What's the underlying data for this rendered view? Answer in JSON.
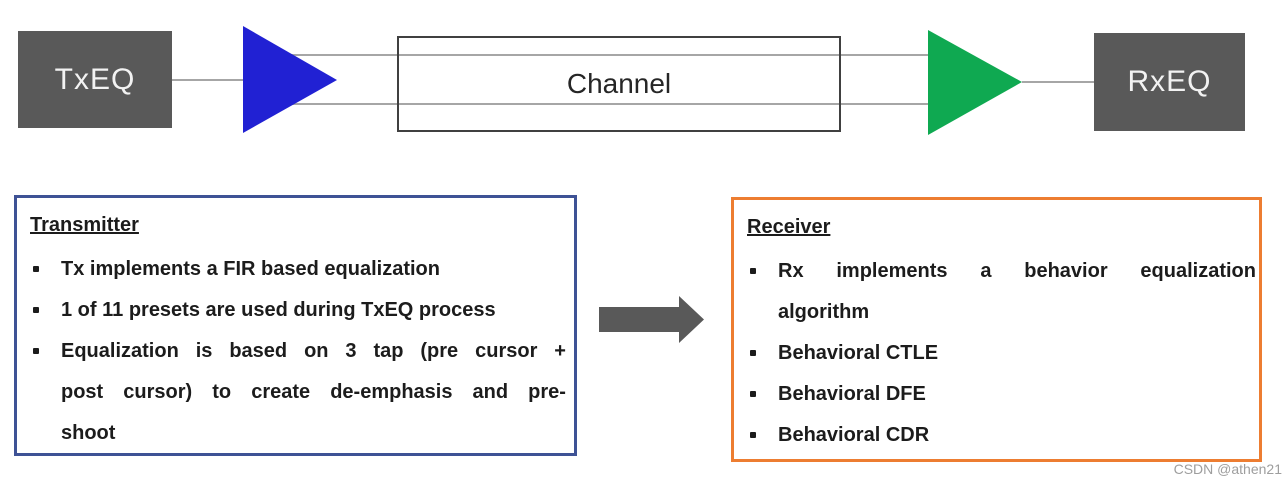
{
  "diagram": {
    "blocks": {
      "tx": "TxEQ",
      "channel": "Channel",
      "rx": "RxEQ"
    },
    "icons": {
      "tx_amp": "right-pointing-amplifier-triangle",
      "rx_amp": "right-pointing-amplifier-triangle",
      "flow_arrow": "right-block-arrow"
    },
    "colors": {
      "block_bg": "#595959",
      "wire": "#a6a6a6",
      "tx_amp": "#2121d3",
      "rx_amp": "#0fa951",
      "channel_border": "#404040",
      "arrow": "#595959",
      "transmitter_border": "#3e5295",
      "receiver_border": "#ed7d31"
    }
  },
  "panels": {
    "transmitter": {
      "title": "Transmitter",
      "bullets": [
        {
          "lines": [
            {
              "text": "Tx implements a FIR based equalization",
              "justify": false
            }
          ]
        },
        {
          "lines": [
            {
              "text": "1 of 11 presets are used during TxEQ process",
              "justify": false
            }
          ]
        },
        {
          "lines": [
            {
              "text": "Equalization is based on 3 tap (pre cursor +",
              "justify": true
            },
            {
              "text": "post cursor) to create de-emphasis and pre-",
              "justify": true
            },
            {
              "text": "shoot",
              "justify": false
            }
          ]
        }
      ]
    },
    "receiver": {
      "title": "Receiver",
      "bullets": [
        {
          "lines": [
            {
              "text": "Rx implements a behavior equalization",
              "justify": true
            },
            {
              "text": "algorithm",
              "justify": false
            }
          ]
        },
        {
          "lines": [
            {
              "text": "Behavioral CTLE",
              "justify": false
            }
          ]
        },
        {
          "lines": [
            {
              "text": "Behavioral DFE",
              "justify": false
            }
          ]
        },
        {
          "lines": [
            {
              "text": "Behavioral CDR",
              "justify": false
            }
          ]
        }
      ]
    }
  },
  "watermark": "CSDN @athen21"
}
